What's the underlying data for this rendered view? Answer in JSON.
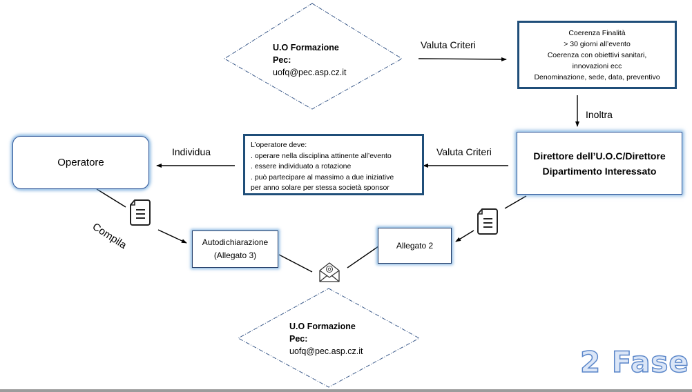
{
  "diagram": {
    "top_node": {
      "title": "U.O Formazione",
      "label": "Pec:",
      "email": "uofq@pec.asp.cz.it"
    },
    "bottom_node": {
      "title": "U.O Formazione",
      "label": "Pec:",
      "email": "uofq@pec.asp.cz.it"
    },
    "edges": {
      "valuta_criteri_top": "Valuta Criteri",
      "inoltra": "Inoltra",
      "valuta_criteri_mid": "Valuta Criteri",
      "individua": "Individua",
      "compila": "Compila"
    },
    "criteria_box": {
      "lines": [
        "Coerenza Finalità",
        "> 30 giorni all’evento",
        "Coerenza con obiettivi sanitari,",
        "innovazioni ecc",
        "Denominazione, sede, data, preventivo"
      ]
    },
    "director_box": {
      "lines": [
        "Direttore dell’U.O.C/Direttore",
        "Dipartimento Interessato"
      ]
    },
    "requirements_box": {
      "lines": [
        "L’operatore deve:",
        ". operare nella disciplina attinente all’evento",
        ". essere individuato a rotazione",
        ". può partecipare al massimo a due iniziative",
        "per anno solare per stessa società sponsor"
      ]
    },
    "operator_box": {
      "label": "Operatore"
    },
    "autodichiarazione_box": {
      "lines": [
        "Autodichiarazione",
        "(Allegato 3)"
      ]
    },
    "allegato2_box": {
      "label": "Allegato 2"
    },
    "icons": {
      "document_left": "document-icon",
      "document_right": "document-icon",
      "email": "email-at-icon"
    },
    "phase": "2 Fase",
    "colors": {
      "dark_border": "#1f4e79",
      "glow": "#5b9bd5",
      "diamond_stroke": "#3b5a8a",
      "phase_fill": "#dbe6f7",
      "phase_stroke": "#5a86c9"
    }
  }
}
